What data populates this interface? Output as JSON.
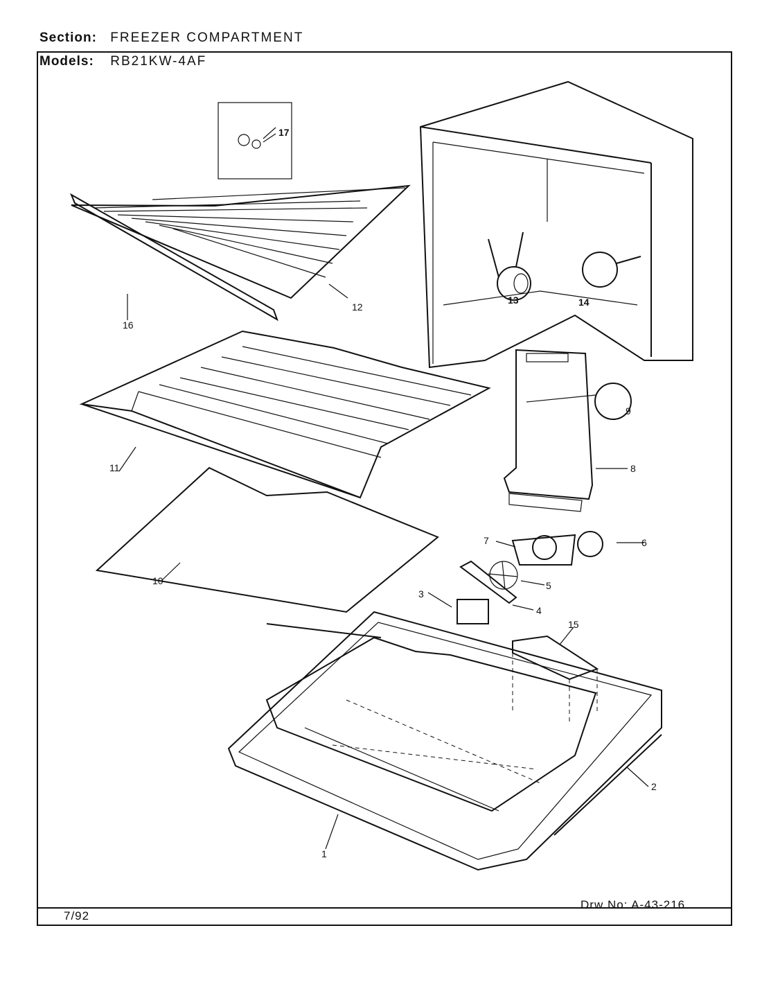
{
  "header": {
    "section_label": "Section:",
    "section_value": "FREEZER COMPARTMENT",
    "models_label": "Models:",
    "models_value": "RB21KW-4AF"
  },
  "footer": {
    "date": "7/92",
    "drawing_number": "Drw No: A-43-216"
  },
  "callouts": [
    "1",
    "2",
    "3",
    "4",
    "5",
    "6",
    "7",
    "8",
    "9",
    "10",
    "11",
    "12",
    "13",
    "14",
    "15",
    "16",
    "17"
  ]
}
